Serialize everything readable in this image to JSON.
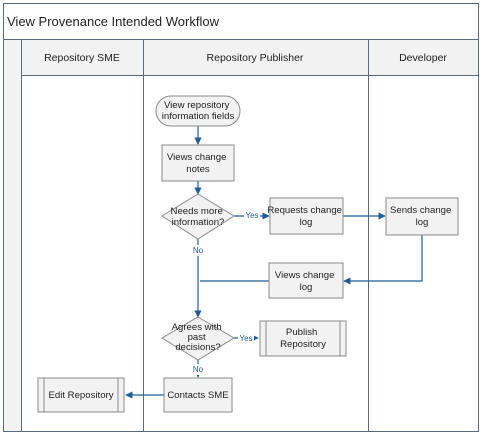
{
  "diagram": {
    "title": "View Provenance Intended Workflow",
    "lanes": [
      {
        "id": "sme",
        "label": "Repository SME"
      },
      {
        "id": "publisher",
        "label": "Repository Publisher"
      },
      {
        "id": "developer",
        "label": "Developer"
      }
    ],
    "nodes": {
      "start": {
        "lines": [
          "View repository",
          "information fields"
        ]
      },
      "views_notes": {
        "lines": [
          "Views change",
          "notes"
        ]
      },
      "needs_info": {
        "lines": [
          "Needs more",
          "information?"
        ]
      },
      "requests_log": {
        "lines": [
          "Requests change",
          "log"
        ]
      },
      "sends_log": {
        "lines": [
          "Sends change",
          "log"
        ]
      },
      "views_log": {
        "lines": [
          "Views change",
          "log"
        ]
      },
      "agrees": {
        "lines": [
          "Agrees with",
          "past",
          "decisions?"
        ]
      },
      "publish": {
        "lines": [
          "Publish",
          "Repository"
        ]
      },
      "contacts": {
        "lines": [
          "Contacts SME"
        ]
      },
      "edit": {
        "lines": [
          "Edit Repository"
        ]
      }
    },
    "edge_labels": {
      "needs_yes": "Yes",
      "needs_no": "No",
      "agrees_yes": "Yes",
      "agrees_no": "No"
    }
  },
  "colors": {
    "frame": "#5b6b7b",
    "header_fill": "#f2f2f2",
    "process_fill": "#f2f2f2",
    "process_stroke": "#8a8a8a",
    "connector": "#1f5c99",
    "text": "#1f1f1f"
  }
}
